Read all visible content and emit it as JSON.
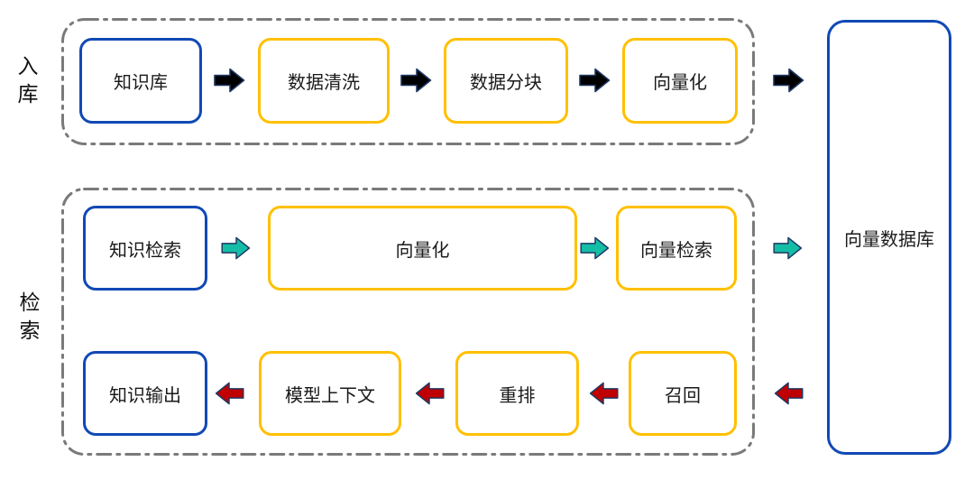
{
  "diagram": {
    "ingest_section": {
      "side_label": "入库",
      "steps": [
        "知识库",
        "数据清洗",
        "数据分块",
        "向量化"
      ]
    },
    "retrieval_section": {
      "side_label": "检索",
      "query_row": [
        "知识检索",
        "向量化",
        "向量检索"
      ],
      "answer_row": [
        "知识输出",
        "模型上下文",
        "重排",
        "召回"
      ]
    },
    "vector_db": {
      "label": "向量数据库"
    },
    "colors": {
      "blue_border": "#1149B4",
      "yellow_border": "#FFC000",
      "container_border": "#7A7A7A",
      "arrow_black": "#000000",
      "arrow_teal": "#14BEA6",
      "arrow_red": "#C00000",
      "arrow_outline": "#1F3864",
      "text": "#1A1A1A"
    }
  }
}
